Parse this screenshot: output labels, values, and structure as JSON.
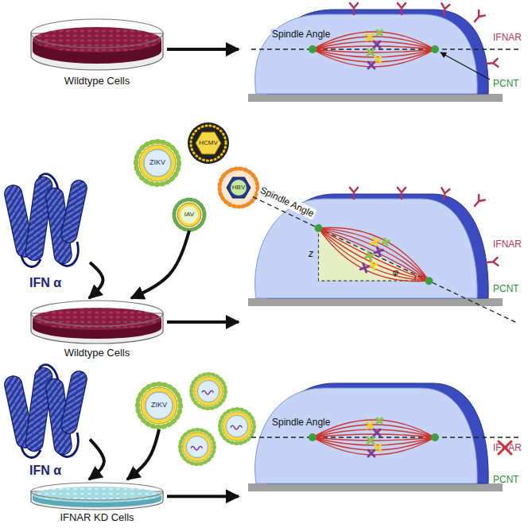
{
  "diagram": {
    "nodes": [
      {
        "text": [
          "Wildtype Cells"
        ]
      },
      {
        "text": [
          "Spindle Angle",
          "IFNAR",
          "PCNT"
        ]
      },
      {
        "text": [
          "IFN α"
        ]
      },
      {
        "text": [
          "ZIKV"
        ]
      },
      {
        "text": [
          "HCMV"
        ]
      },
      {
        "text": [
          "HBV"
        ]
      },
      {
        "text": [
          "IAV"
        ]
      },
      {
        "text": [
          "Wildtype Cells"
        ]
      },
      {
        "text": [
          "Spindle Angle",
          "z",
          "φ",
          "IFNAR",
          "PCNT"
        ]
      },
      {
        "text": [
          "IFN α"
        ]
      },
      {
        "text": [
          "ZIKV"
        ]
      },
      {
        "text": [
          "IFNAR KD Cells"
        ]
      },
      {
        "text": [
          "Spindle Angle",
          "IFNAR",
          "PCNT"
        ]
      }
    ],
    "edges": [
      {
        "from": 0,
        "to": 1,
        "arrow": "to"
      },
      {
        "from": 2,
        "to": 7,
        "arrow": "to"
      },
      {
        "from": 6,
        "to": 7,
        "arrow": "to"
      },
      {
        "from": 7,
        "to": 8,
        "arrow": "to"
      },
      {
        "from": 9,
        "to": 11,
        "arrow": "to"
      },
      {
        "from": 10,
        "to": 11,
        "arrow": "to"
      },
      {
        "from": 11,
        "to": 12,
        "arrow": "to"
      }
    ]
  }
}
